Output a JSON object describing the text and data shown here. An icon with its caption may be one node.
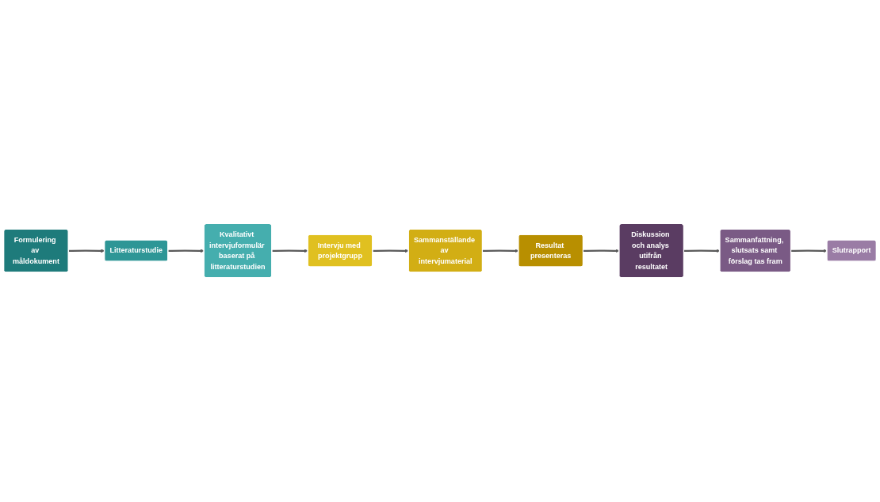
{
  "diagram": {
    "nodes": [
      {
        "text": [
          "Formulering av måldokument"
        ]
      },
      {
        "text": [
          "Litteraturstudie"
        ]
      },
      {
        "text": [
          "Kvalitativt intervjuformulär baserat på litteraturstudien"
        ]
      },
      {
        "text": [
          "Intervju med projektgrupp"
        ]
      },
      {
        "text": [
          "Sammanställande av intervjumaterial"
        ]
      },
      {
        "text": [
          "Resultat presenteras"
        ]
      },
      {
        "text": [
          "Diskussion och analys utifrån resultatet"
        ]
      },
      {
        "text": [
          "Sammanfattning, slutsats samt förslag tas fram"
        ]
      },
      {
        "text": [
          "Slutrapport"
        ]
      }
    ],
    "edges": [
      {
        "from": 0,
        "to": 1,
        "arrow": "to"
      },
      {
        "from": 1,
        "to": 2,
        "arrow": "to"
      },
      {
        "from": 2,
        "to": 3,
        "arrow": "to"
      },
      {
        "from": 3,
        "to": 4,
        "arrow": "to"
      },
      {
        "from": 4,
        "to": 5,
        "arrow": "to"
      },
      {
        "from": 5,
        "to": 6,
        "arrow": "to"
      },
      {
        "from": 6,
        "to": 7,
        "arrow": "to"
      },
      {
        "from": 7,
        "to": 8,
        "arrow": "to"
      }
    ]
  }
}
